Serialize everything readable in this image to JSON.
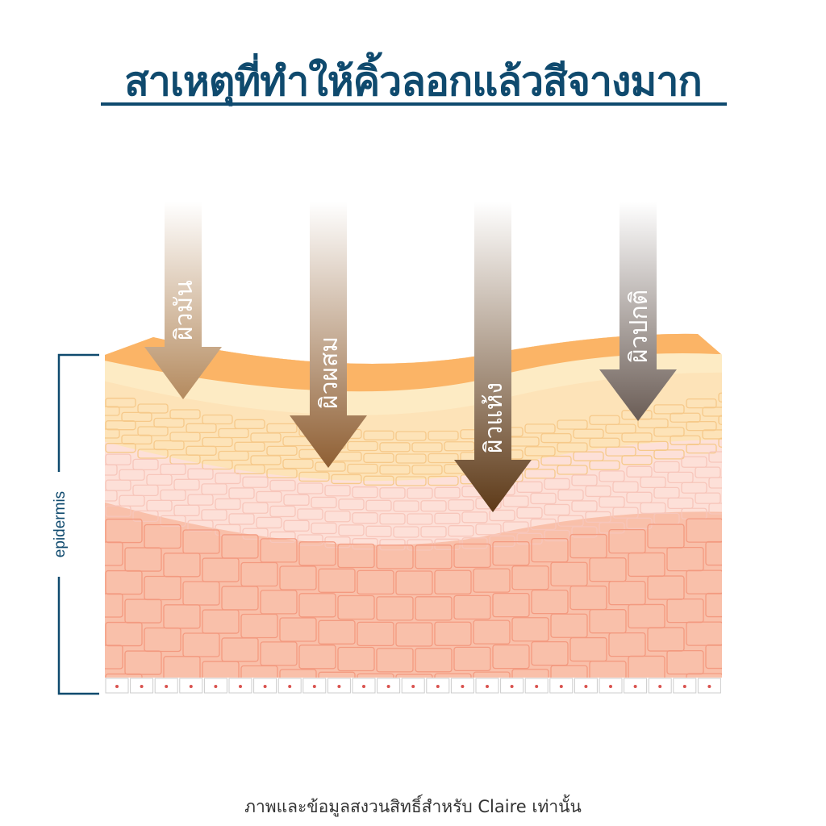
{
  "title": "สาเหตุที่ทำให้คิ้วลอกแล้วสีจางมาก",
  "layer_label": "epidermis",
  "arrows": [
    {
      "label": "ผิวมัน",
      "color_top": "#ffffff",
      "color_bottom": "#b48a5e"
    },
    {
      "label": "ผิวผสม",
      "color_top": "#ffffff",
      "color_bottom": "#8f5f33"
    },
    {
      "label": "ผิวแห้ง",
      "color_top": "#ffffff",
      "color_bottom": "#5e3a18"
    },
    {
      "label": "ผิวปกติ",
      "color_top": "#ffffff",
      "color_bottom": "#6a5c55"
    }
  ],
  "colors": {
    "title": "#0f4a6e",
    "stratum_corneum": "#fbb466",
    "granular": "#fde3b8",
    "spinous_light": "#fde0d8",
    "spinous": "#f9c0aa",
    "cell_line": "#f39a80"
  },
  "footer": "ภาพและข้อมูลสงวนสิทธิ์สำหรับ Claire เท่านั้น"
}
